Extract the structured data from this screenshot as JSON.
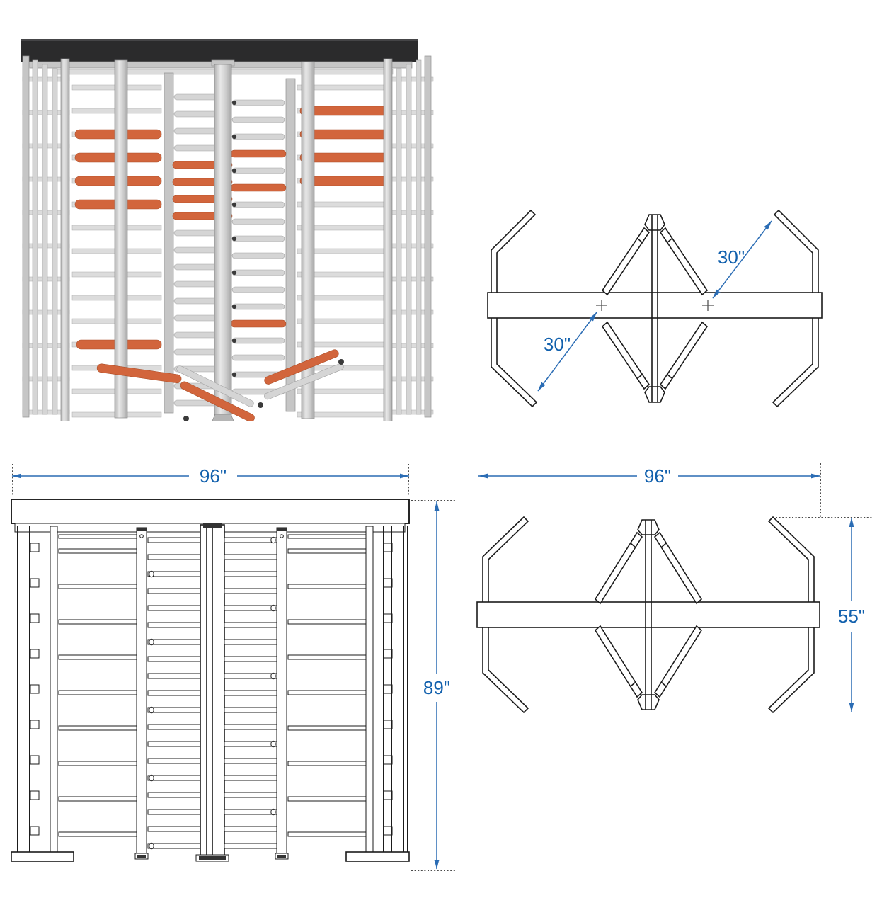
{
  "colors": {
    "dimension_text": "#1160ad",
    "dimension_line": "#2a6cb4",
    "extension_line": "#4a4a4a",
    "drawing_line": "#1b1b1b",
    "steel_gray": "#c9c9c9",
    "orange_bar": "#d2653c",
    "canopy_black": "#2b2b2c"
  },
  "rotor_plan_panel": {
    "dim_rotor_left": "30\"",
    "dim_rotor_right": "30\""
  },
  "elevation_panel": {
    "dim_width": "96\"",
    "dim_height": "89\""
  },
  "footprint_plan_panel": {
    "dim_width": "96\"",
    "dim_depth": "55\""
  }
}
